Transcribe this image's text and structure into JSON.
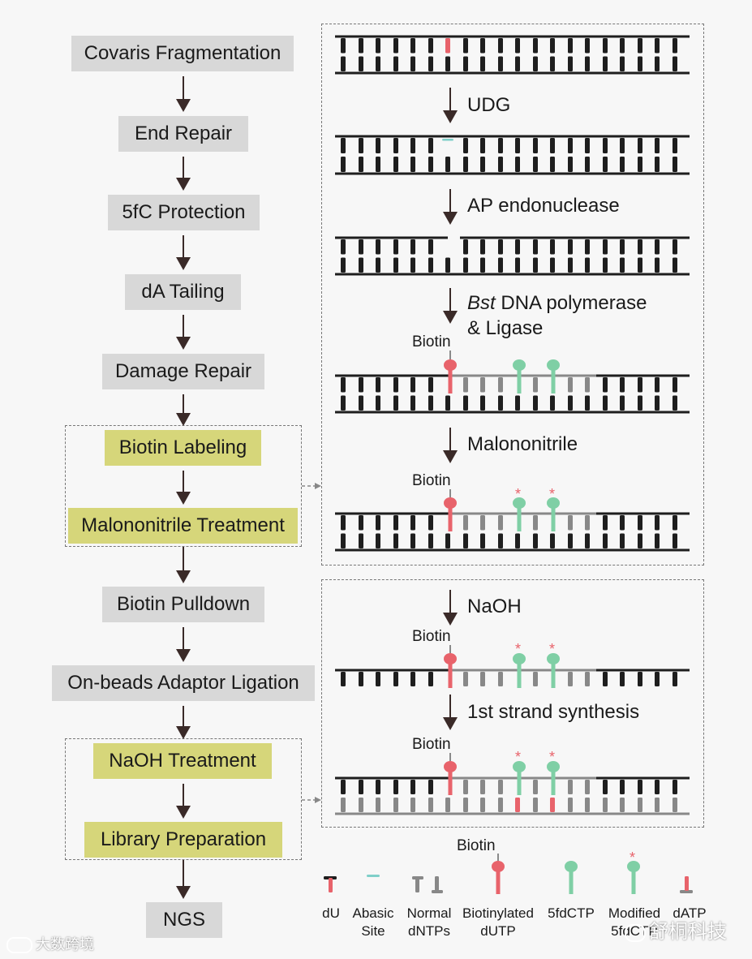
{
  "steps": {
    "covaris": "Covaris Fragmentation",
    "end_repair": "End Repair",
    "protection": "5fC Protection",
    "da_tailing": "dA Tailing",
    "damage_repair": "Damage Repair",
    "biotin_labeling": "Biotin Labeling",
    "malononitrile_treatment": "Malononitrile Treatment",
    "biotin_pulldown": "Biotin Pulldown",
    "adaptor_ligation": "On-beads Adaptor Ligation",
    "naoh_treatment": "NaOH Treatment",
    "library_prep": "Library Preparation",
    "ngs": "NGS"
  },
  "reactions": {
    "udg": "UDG",
    "ap": "AP endonuclease",
    "bst_italic": "Bst",
    "bst_rest": " DNA polymerase",
    "ligase": "& Ligase",
    "malononitrile": "Malononitrile",
    "naoh": "NaOH",
    "first_strand": "1st strand synthesis"
  },
  "biotin_label": "Biotin",
  "legend": {
    "du": "dU",
    "abasic": "Abasic\nSite",
    "normal": "Normal\ndNTPs",
    "biotinylated": "Biotinylated\ndUTP",
    "fdctp": "5fdCTP",
    "modified": "Modified\n5fdCTP",
    "datp": "dATP",
    "biotin": "Biotin"
  },
  "watermarks": {
    "left": "大数跨境",
    "right": "舒桐科技"
  },
  "colors": {
    "step_gray": "#d8d8d8",
    "step_highlight": "#d6d67a",
    "strand": "#1e1e1e",
    "du_red": "#e8636b",
    "fdc_green": "#7fcfa5",
    "new_gray": "#888888",
    "abasic_teal": "#7fcfc9"
  }
}
